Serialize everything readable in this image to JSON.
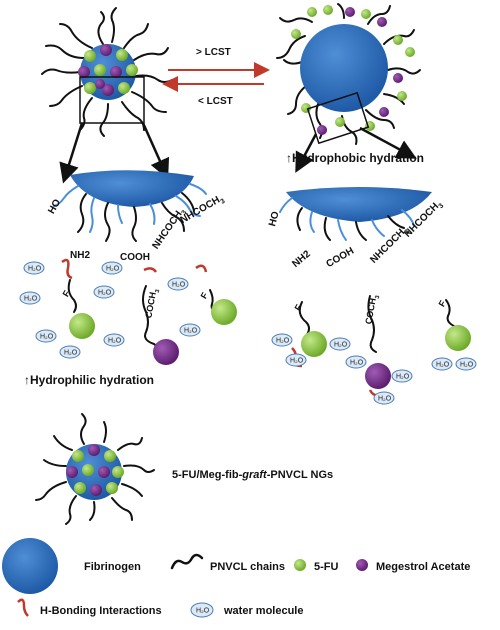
{
  "arrows": {
    "forward_label": "> LCST",
    "reverse_label": "< LCST"
  },
  "left_state": {
    "hydration_label": "↑Hydrophilic hydration",
    "groups": {
      "ho": "HO",
      "nh2": "NH2",
      "cooh": "COOH",
      "nhcoch3": "NHCOCH",
      "nhcoch3_sub": "3",
      "coch3": "COCH",
      "coch3_sub": "3",
      "f": "F"
    }
  },
  "right_state": {
    "hydration_label": "↑Hydrophobic hydration",
    "groups": {
      "ho": "HO",
      "nh2": "NH2",
      "cooh": "COOH",
      "nhcoch3": "NHCOCH",
      "nhcoch3_sub": "3",
      "coch3": "COCH",
      "coch3_sub": "3",
      "f": "F"
    }
  },
  "water_label": "H₂O",
  "ng_caption": {
    "prefix": "5-FU/Meg-fib-",
    "italic": "graft",
    "suffix": "-PNVCL NGs"
  },
  "legend": {
    "fibrinogen": "Fibrinogen",
    "pnvcl": "PNVCL chains",
    "fu": "5-FU",
    "megestrol": "Megestrol Acetate",
    "hbond": "H-Bonding Interactions",
    "water": "water molecule"
  },
  "colors": {
    "fibrinogen": "#2f6fbe",
    "five_fu": "#8cc63f",
    "megestrol": "#7b2d8e",
    "hbond": "#c0392b",
    "arrow_red": "#c0392b",
    "water_fill": "#dce9f6",
    "water_stroke": "#4a7db8",
    "chain": "#111111",
    "side_chain": "#4a90d9"
  }
}
